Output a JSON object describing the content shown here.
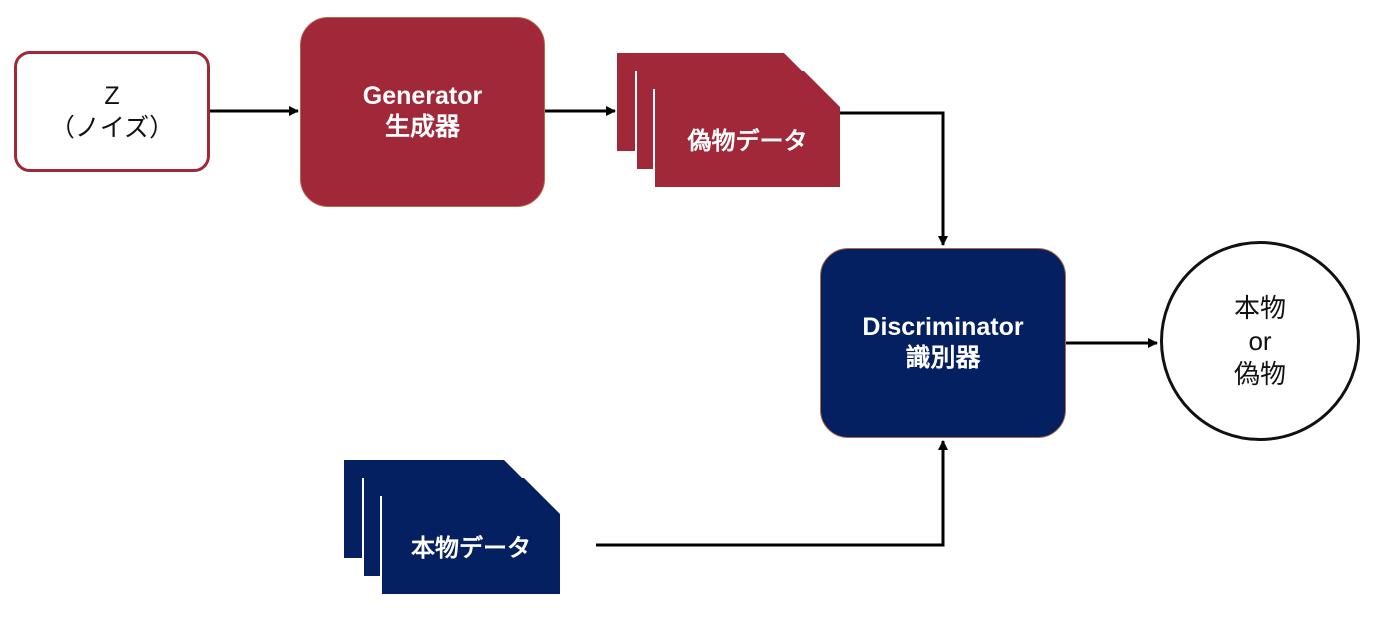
{
  "noise": {
    "line1": "Z",
    "line2": "（ノイズ）"
  },
  "generator": {
    "title": "Generator",
    "subtitle": "生成器"
  },
  "fake_data": {
    "label": "偽物データ"
  },
  "discriminator": {
    "title": "Discriminator",
    "subtitle": "識別器"
  },
  "real_data": {
    "label": "本物データ"
  },
  "result": {
    "line1": "本物",
    "line2": "or",
    "line3": "偽物"
  },
  "colors": {
    "generator_red": "#a02838",
    "discriminator_navy": "#042061",
    "arrow": "#000000"
  }
}
